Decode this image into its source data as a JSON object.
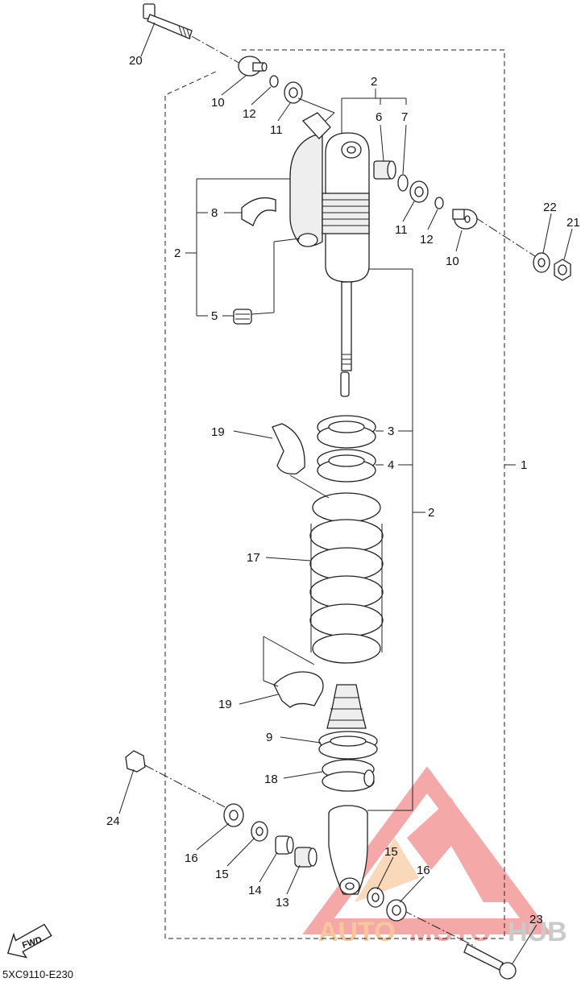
{
  "diagram_code": "5XC9110-E230",
  "fwd_label": "FWD",
  "watermark": {
    "auto": "AUTO",
    "moto": "MOTO",
    "hub": "HUB",
    "primary_color": "#f28c8c",
    "accent_color": "#f5b37a"
  },
  "callouts": {
    "c1": "1",
    "c2a": "2",
    "c2b": "2",
    "c2c": "2",
    "c3": "3",
    "c4": "4",
    "c5": "5",
    "c6": "6",
    "c7": "7",
    "c8": "8",
    "c9": "9",
    "c10a": "10",
    "c10b": "10",
    "c11a": "11",
    "c11b": "11",
    "c12a": "12",
    "c12b": "12",
    "c13": "13",
    "c14": "14",
    "c15a": "15",
    "c15b": "15",
    "c16a": "16",
    "c16b": "16",
    "c17": "17",
    "c18": "18",
    "c19a": "19",
    "c19b": "19",
    "c20": "20",
    "c21": "21",
    "c22": "22",
    "c23": "23",
    "c24": "24"
  }
}
